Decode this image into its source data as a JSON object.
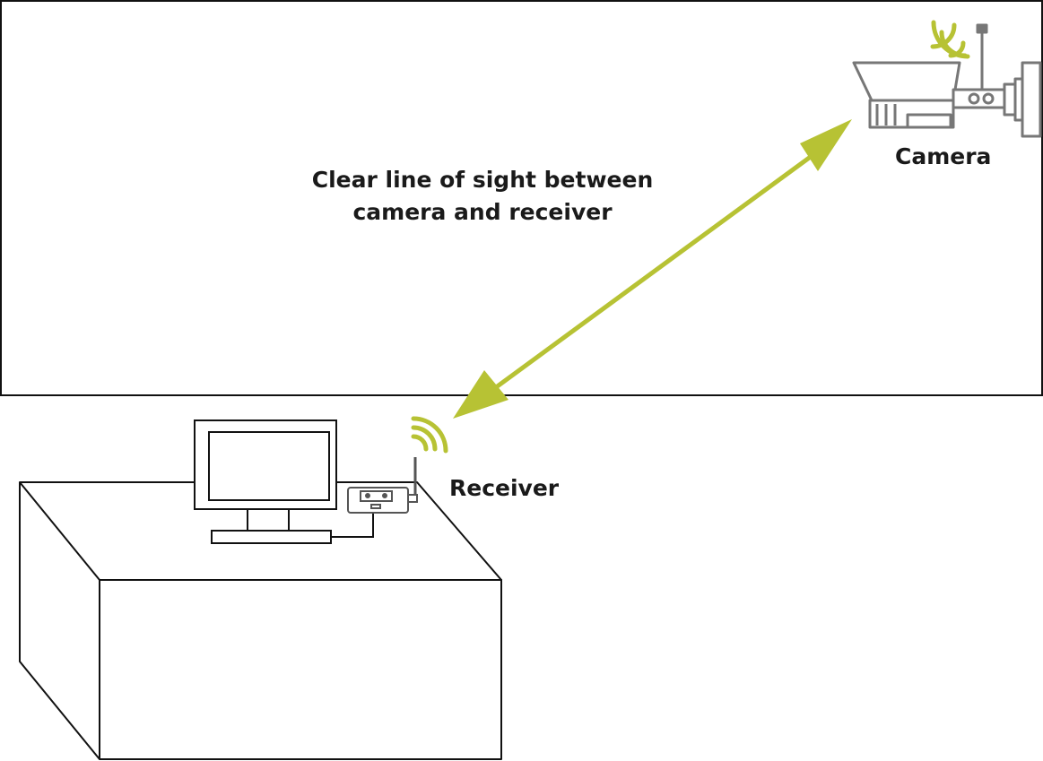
{
  "diagram": {
    "caption_line1": "Clear line of sight between",
    "caption_line2": "camera and receiver",
    "camera_label": "Camera",
    "receiver_label": "Receiver"
  },
  "colors": {
    "signal": "#b7c234",
    "line": "#111111",
    "device": "#777777"
  },
  "icons": {
    "camera": "wireless-camera-icon",
    "receiver": "receiver-box-icon",
    "monitor": "monitor-icon",
    "signal": "wifi-signal-icon",
    "arrow": "double-headed-arrow-icon"
  }
}
